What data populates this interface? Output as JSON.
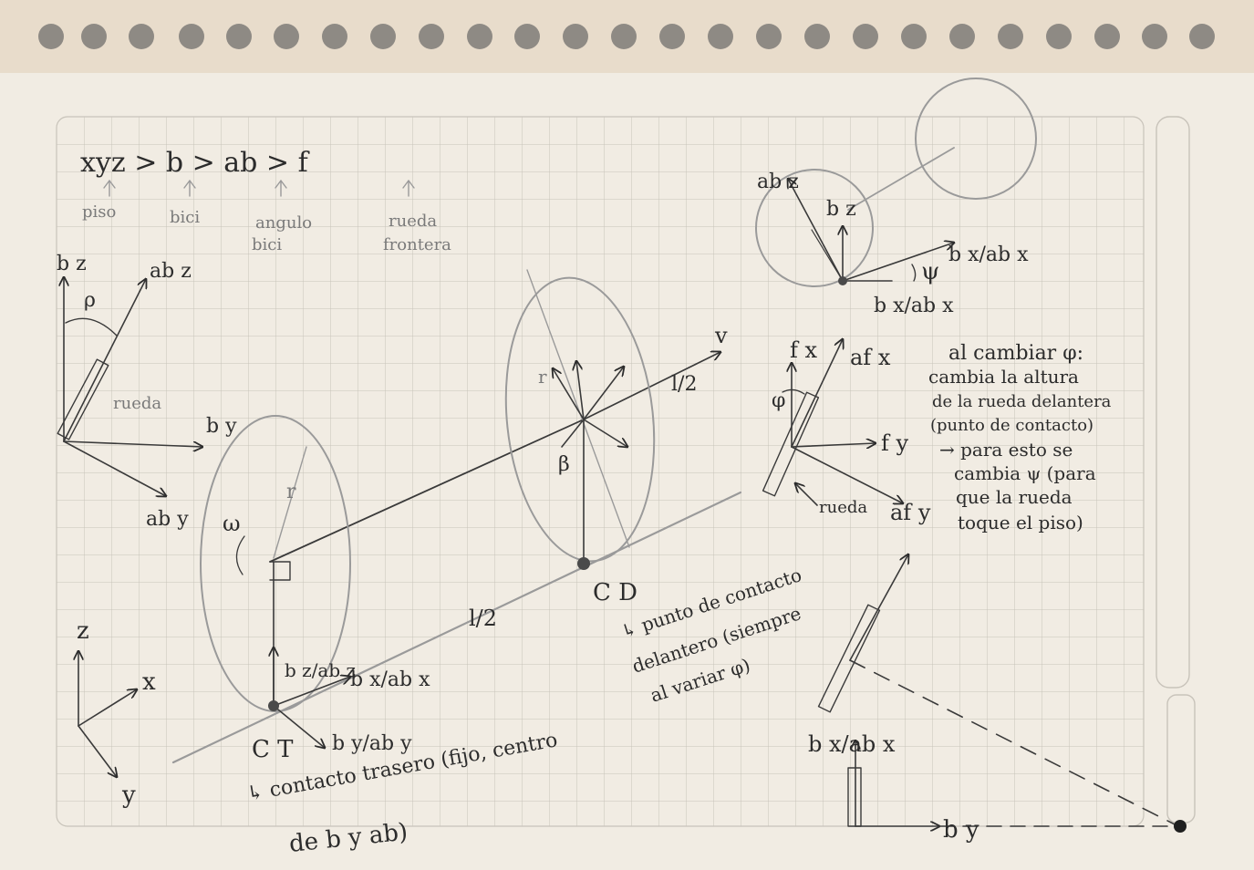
{
  "hierarchy": {
    "main": "xyz > b > ab > f",
    "labels": [
      "piso",
      "bici",
      "angulo",
      "bici",
      "rueda",
      "frontera"
    ]
  },
  "vectors": {
    "b_z": "b z",
    "ab_z": "ab z",
    "rho": "ρ",
    "rueda": "rueda",
    "b_y": "b y",
    "ab_y": "ab y",
    "omega": "ω",
    "r": "r",
    "bz_abz": "b z/ab z",
    "bx_abx": "b x/ab x",
    "by_aby": "b y/ab y",
    "C_T": "C T",
    "C_D": "C D",
    "l_half": "l/2",
    "l_half_top": "l/2",
    "v": "v",
    "beta": "β",
    "fx": "f x",
    "fy": "f y",
    "afx": "af x",
    "afy": "af y",
    "phi": "φ",
    "psi": "ψ",
    "xyz": {
      "x": "x",
      "y": "y",
      "z": "z"
    }
  },
  "notes": {
    "contacto_trasero": [
      "↳ contacto trasero (fijo, centro",
      "de b y ab)"
    ],
    "contacto_delantero": [
      "↳ punto de contacto",
      "delantero (siempre",
      "al variar φ)"
    ],
    "cambio_phi": [
      "al cambiar φ:",
      "cambia la altura",
      "de la rueda delantera",
      "(punto de contacto)",
      "→ para esto se",
      "cambia ψ (para",
      "que la rueda",
      "toque el piso)"
    ]
  },
  "colors": {
    "paper": "#f1ece3",
    "grid": "#c8c3ba",
    "ink": "#2c2c2c",
    "pencil": "#8a8a8a"
  }
}
